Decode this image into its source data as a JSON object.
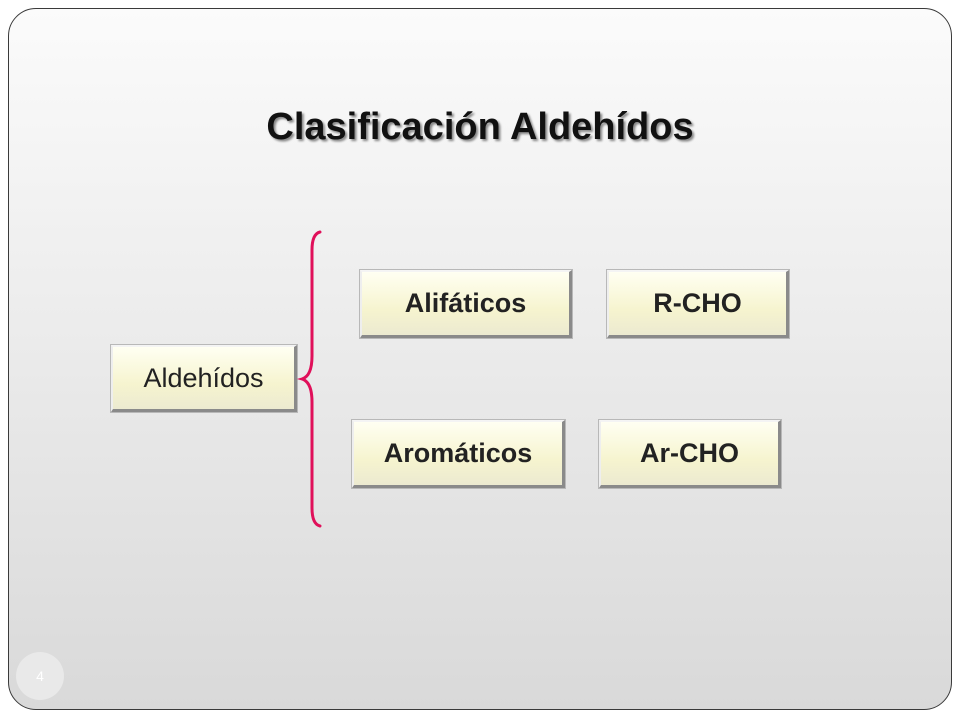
{
  "slide": {
    "title": "Clasificación Aldehídos",
    "page_number": "4"
  },
  "diagram": {
    "root": "Aldehídos",
    "branches": [
      {
        "type": "Alifáticos",
        "formula": "R-CHO"
      },
      {
        "type": "Aromáticos",
        "formula": "Ar-CHO"
      }
    ]
  },
  "colors": {
    "bracket": "#e0105a",
    "box_fill": "#f6f4cf",
    "title_text": "#111111"
  }
}
